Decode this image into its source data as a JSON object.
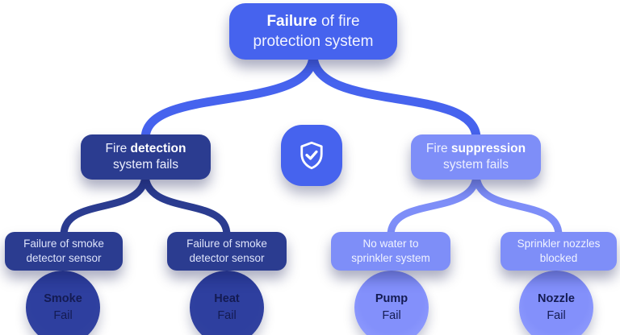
{
  "colors": {
    "royal_blue": "#4663ee",
    "navy": "#2b3c90",
    "navy_circle": "#2e3f9f",
    "periwinkle": "#7e8ef8",
    "periwinkle_circle": "#8390fb",
    "light_text": "#edf0fe",
    "dark_text": "#141b52"
  },
  "diagram": {
    "root": {
      "bold": "Failure",
      "rest": " of fire",
      "line2": "protection system"
    },
    "shield_icon": "shield-check-icon",
    "branches": [
      {
        "pre": "Fire ",
        "bold": "detection",
        "line2": "system fails",
        "children": [
          {
            "line1": "Failure of smoke",
            "line2": "detector sensor",
            "event_bold": "Smoke",
            "event_rest": "Fail"
          },
          {
            "line1": "Failure of smoke",
            "line2": "detector sensor",
            "event_bold": "Heat",
            "event_rest": "Fail"
          }
        ]
      },
      {
        "pre": "Fire ",
        "bold": "suppression",
        "line2": "system fails",
        "children": [
          {
            "line1": "No water to",
            "line2": "sprinkler system",
            "event_bold": "Pump",
            "event_rest": "Fail"
          },
          {
            "line1": "Sprinkler nozzles",
            "line2": "blocked",
            "event_bold": "Nozzle",
            "event_rest": "Fail"
          }
        ]
      }
    ]
  }
}
